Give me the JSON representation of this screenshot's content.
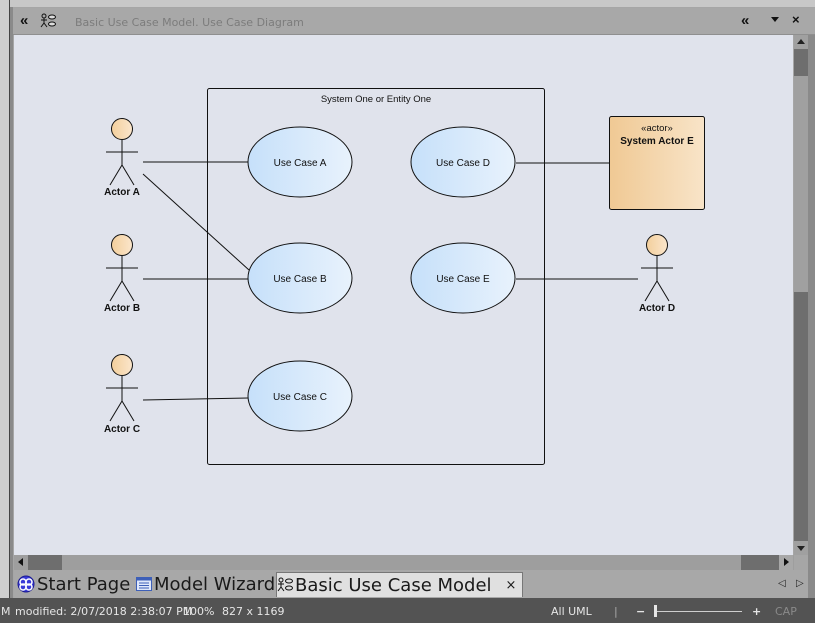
{
  "window": {
    "header_title": "Basic Use Case Model.  Use Case Diagram",
    "collapse_left_glyph": "«",
    "collapse_right_glyph": "«",
    "dropdown_glyph": "▼",
    "close_glyph": "×",
    "diagram_icon": "use-case-diagram-icon"
  },
  "diagram": {
    "boundary": {
      "title": "System One or Entity One"
    },
    "actors": [
      {
        "id": "actor-a",
        "label": "Actor A"
      },
      {
        "id": "actor-b",
        "label": "Actor B"
      },
      {
        "id": "actor-c",
        "label": "Actor C"
      },
      {
        "id": "actor-d",
        "label": "Actor D"
      }
    ],
    "actor_box": {
      "stereotype": "«actor»",
      "label": "System Actor E"
    },
    "use_cases": [
      {
        "id": "uc-a",
        "label": "Use Case A"
      },
      {
        "id": "uc-b",
        "label": "Use Case B"
      },
      {
        "id": "uc-c",
        "label": "Use Case C"
      },
      {
        "id": "uc-d",
        "label": "Use Case D"
      },
      {
        "id": "uc-e",
        "label": "Use Case E"
      }
    ],
    "associations": [
      [
        "Actor A",
        "Use Case A"
      ],
      [
        "Actor A",
        "Use Case B"
      ],
      [
        "Actor B",
        "Use Case B"
      ],
      [
        "Actor C",
        "Use Case C"
      ],
      [
        "Use Case D",
        "System Actor E"
      ],
      [
        "Use Case E",
        "Actor D"
      ]
    ],
    "colors": {
      "canvas": "#e0e3ec",
      "actor_fill": "#f5d9ac",
      "use_case_fill_left": "#c6e0fa",
      "use_case_fill_right": "#e8f2fc",
      "actor_box_fill": "#f0c994"
    }
  },
  "tabs": [
    {
      "label": "Start Page",
      "icon": "start-page-icon",
      "active": false
    },
    {
      "label": "Model Wizard",
      "icon": "model-wizard-icon",
      "active": false
    },
    {
      "label": "Basic Use Case Model",
      "icon": "use-case-diagram-icon",
      "active": true,
      "close_glyph": "×"
    }
  ],
  "tab_nav": {
    "prev_glyph": "◁",
    "next_glyph": "▷"
  },
  "status": {
    "left_fragment": "M",
    "modified": "modified: 2/07/2018 2:38:07 PM",
    "zoom": "100%",
    "page_size": "827 x 1169",
    "perspective": "All UML",
    "zoom_minus": "−",
    "zoom_plus": "+",
    "zoom_slider_fraction": 0.0,
    "caps": "CAP"
  }
}
